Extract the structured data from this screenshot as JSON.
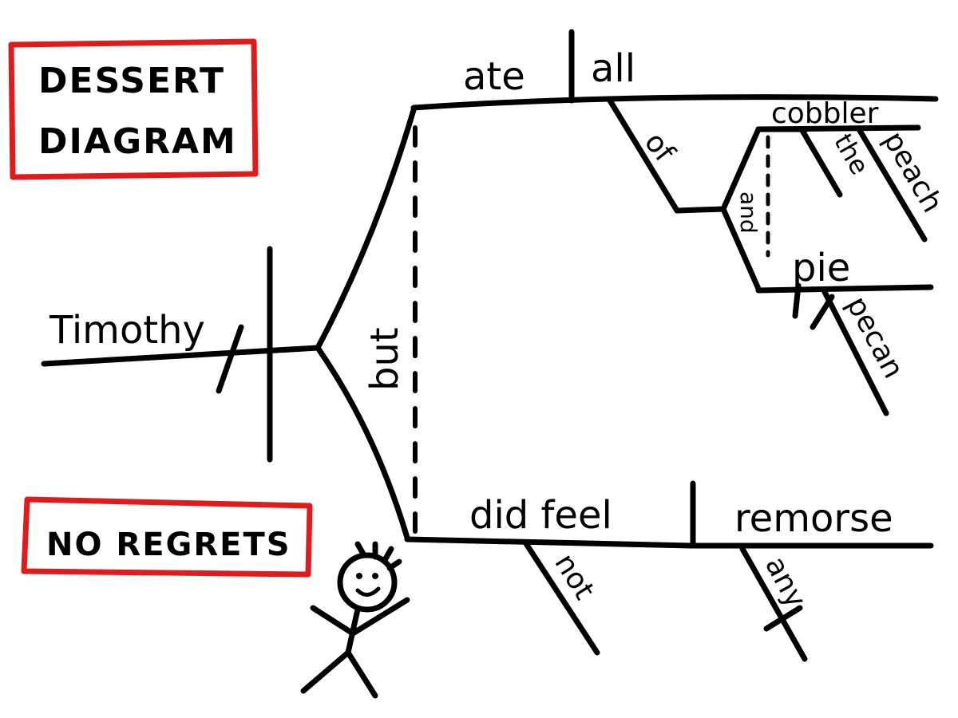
{
  "labels": {
    "title_line1": "DESSERT",
    "title_line2": "DIAGRAM",
    "caption": "NO REGRETS"
  },
  "words": {
    "subject": "Timothy",
    "conjunction": "but",
    "verb1": "ate",
    "object1": "all",
    "prep1": "of",
    "noun_cobbler": "cobbler",
    "mod_the": "the",
    "mod_peach": "peach",
    "conj_and": "and",
    "noun_pie": "pie",
    "mod_pecan": "pecan",
    "verb2": "did feel",
    "object2": "remorse",
    "mod_not": "not",
    "mod_any": "any"
  },
  "colors": {
    "box_border": "#e01b1b",
    "ink": "#000000"
  },
  "icons": {
    "figure": "stick-figure-icon"
  }
}
